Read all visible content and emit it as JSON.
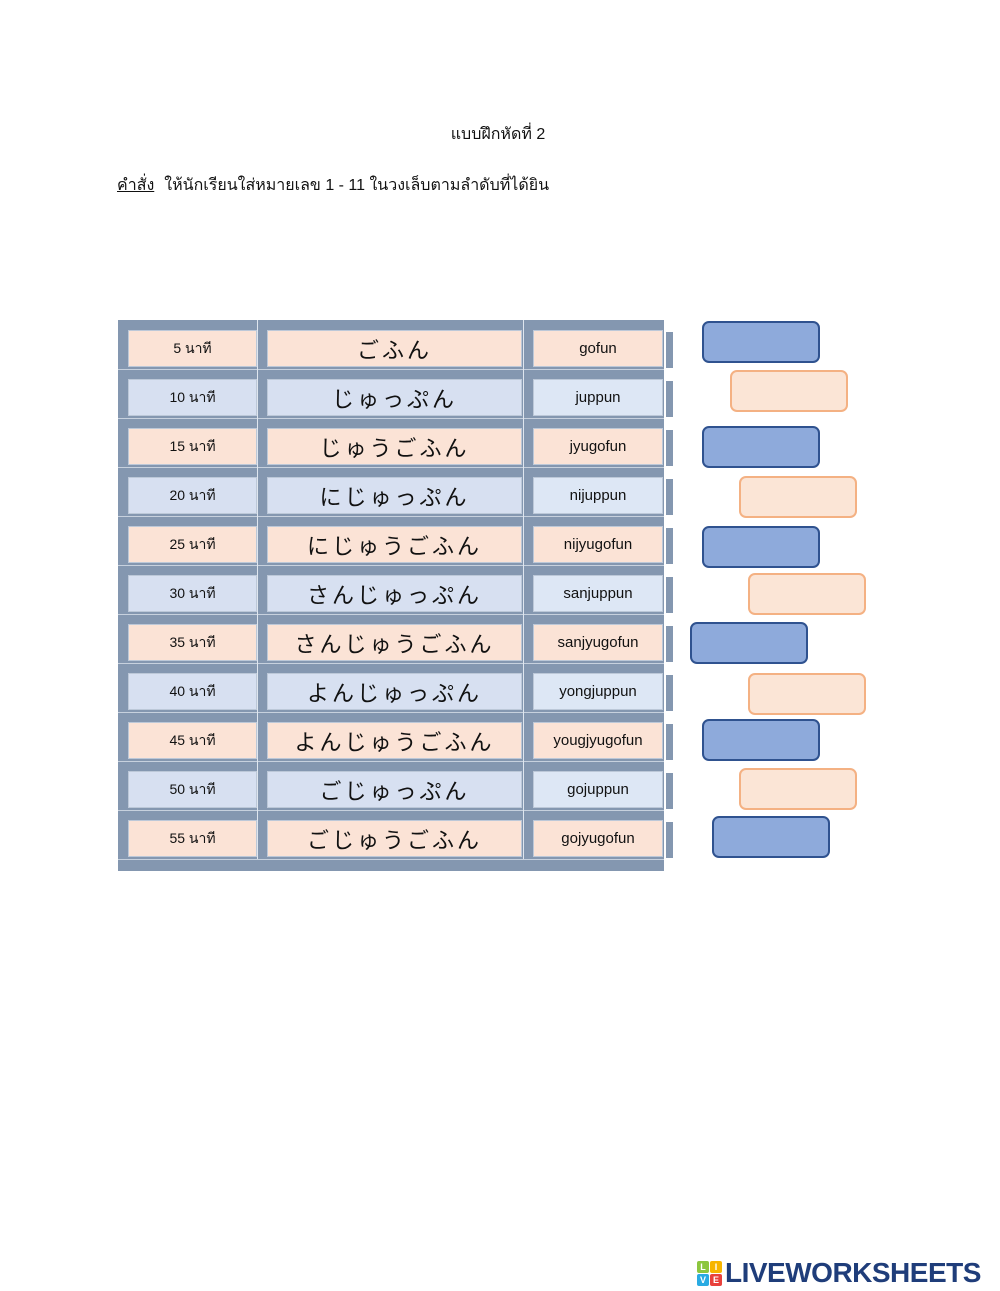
{
  "document": {
    "title": "แบบฝึกหัดที่ 2",
    "instruction_label": "คำสั่ง",
    "instruction_text": "ให้นักเรียนใส่หมายเลข 1 - 11 ในวงเล็บตามลำดับที่ได้ยิน"
  },
  "table": {
    "rows": [
      {
        "thai": "5 นาที",
        "hiragana": "ごふん",
        "romaji": "gofun",
        "tone": "peach"
      },
      {
        "thai": "10 นาที",
        "hiragana": "じゅっぷん",
        "romaji": "juppun",
        "tone": "blue"
      },
      {
        "thai": "15 นาที",
        "hiragana": "じゅうごふん",
        "romaji": "jyugofun",
        "tone": "peach"
      },
      {
        "thai": "20 นาที",
        "hiragana": "にじゅっぷん",
        "romaji": "nijuppun",
        "tone": "blue"
      },
      {
        "thai": "25 นาที",
        "hiragana": "にじゅうごふん",
        "romaji": "nijyugofun",
        "tone": "peach"
      },
      {
        "thai": "30 นาที",
        "hiragana": "さんじゅっぷん",
        "romaji": "sanjuppun",
        "tone": "blue"
      },
      {
        "thai": "35 นาที",
        "hiragana": "さんじゅうごふん",
        "romaji": "sanjyugofun",
        "tone": "peach"
      },
      {
        "thai": "40 นาที",
        "hiragana": "よんじゅっぷん",
        "romaji": "yongjuppun",
        "tone": "blue"
      },
      {
        "thai": "45 นาที",
        "hiragana": "よんじゅうごふん",
        "romaji": "yougjyugofun",
        "tone": "peach"
      },
      {
        "thai": "50 นาที",
        "hiragana": "ごじゅっぷん",
        "romaji": "gojuppun",
        "tone": "blue"
      },
      {
        "thai": "55 นาที",
        "hiragana": "ごじゅうごふん",
        "romaji": "gojyugofun",
        "tone": "peach"
      }
    ]
  },
  "answers": [
    {
      "value": "",
      "tone": "blue"
    },
    {
      "value": "",
      "tone": "peach"
    },
    {
      "value": "",
      "tone": "blue"
    },
    {
      "value": "",
      "tone": "peach"
    },
    {
      "value": "",
      "tone": "blue"
    },
    {
      "value": "",
      "tone": "peach"
    },
    {
      "value": "",
      "tone": "blue"
    },
    {
      "value": "",
      "tone": "peach"
    },
    {
      "value": "",
      "tone": "blue"
    },
    {
      "value": "",
      "tone": "peach"
    },
    {
      "value": "",
      "tone": "blue"
    }
  ],
  "colors": {
    "frame": "#8497b0",
    "peach_cell": "#fbe3d6",
    "blue_cell": "#d7e0f1",
    "answer_blue_fill": "#8eaadb",
    "answer_blue_border": "#2f528f",
    "answer_peach_fill": "#fbe5d6",
    "answer_peach_border": "#f4b183",
    "logo_text": "#1f3d7a"
  },
  "footer": {
    "logo_letters": [
      "L",
      "I",
      "V",
      "E"
    ],
    "logo_text": "LIVEWORKSHEETS"
  }
}
